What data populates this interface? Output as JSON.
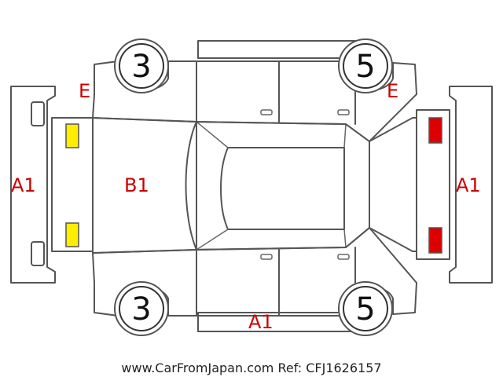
{
  "wheels": {
    "front_left_number": "3",
    "front_right_number": "5",
    "rear_left_number": "3",
    "rear_right_number": "5"
  },
  "damage_codes": {
    "front_bumper": "A1",
    "rear_bumper": "A1",
    "hood": "B1",
    "lower_side": "A1",
    "left_fender": "E",
    "right_fender": "E"
  },
  "marker_colors": {
    "headlight": "#ffee00",
    "taillight": "#dd0000"
  },
  "caption": "www.CarFromJapan.com Ref: CFJ1626157"
}
